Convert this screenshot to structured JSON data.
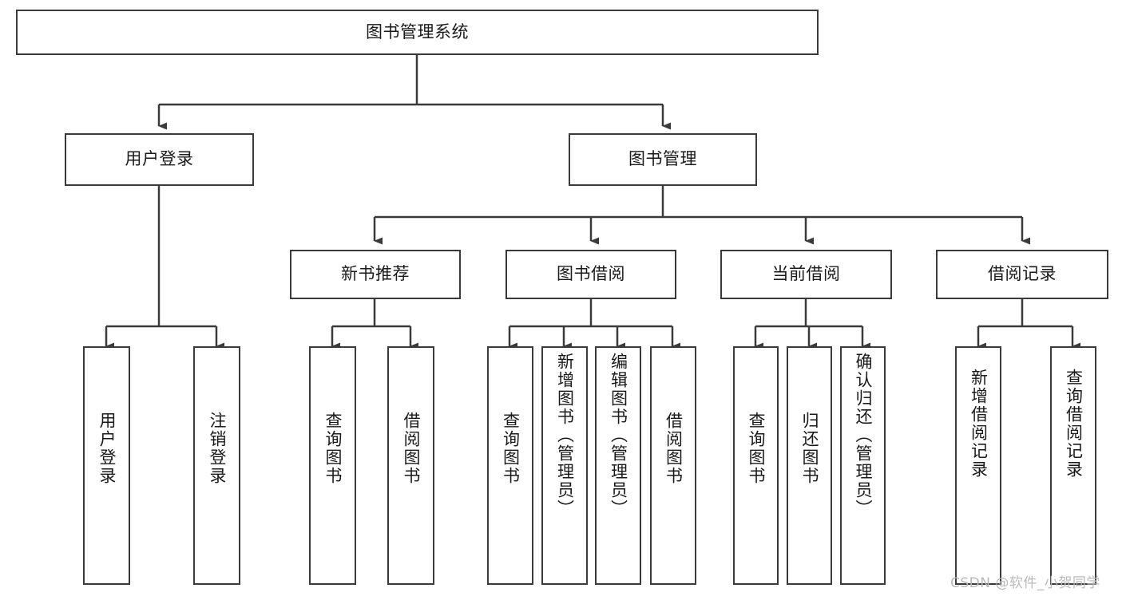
{
  "diagram": {
    "type": "tree-hierarchy",
    "title": "图书管理系统",
    "watermark": "CSDN @软件_小贺同学",
    "colors": {
      "stroke": "#3a3a3a",
      "fill": "#ffffff",
      "text": "#1a1a1a",
      "watermark": "#b9b9b9"
    },
    "levels": {
      "root": {
        "label": "图书管理系统"
      },
      "level2": [
        {
          "id": "user-login",
          "label": "用户登录"
        },
        {
          "id": "book-manage",
          "label": "图书管理"
        }
      ],
      "level3": [
        {
          "id": "new-book-rec",
          "label": "新书推荐",
          "parent": "book-manage"
        },
        {
          "id": "book-borrow",
          "label": "图书借阅",
          "parent": "book-manage"
        },
        {
          "id": "current-borrow",
          "label": "当前借阅",
          "parent": "book-manage"
        },
        {
          "id": "borrow-record",
          "label": "借阅记录",
          "parent": "book-manage"
        }
      ],
      "leaves": [
        {
          "id": "leaf-user-login",
          "label": "用户登录",
          "parent": "user-login"
        },
        {
          "id": "leaf-user-logout",
          "label": "注销登录",
          "parent": "user-login"
        },
        {
          "id": "leaf-query-book-1",
          "label": "查询图书",
          "parent": "new-book-rec"
        },
        {
          "id": "leaf-borrow-book-1",
          "label": "借阅图书",
          "parent": "new-book-rec"
        },
        {
          "id": "leaf-query-book-2",
          "label": "查询图书",
          "parent": "book-borrow"
        },
        {
          "id": "leaf-add-book",
          "label": "新增图书（管理员）",
          "parent": "book-borrow"
        },
        {
          "id": "leaf-edit-book",
          "label": "编辑图书（管理员）",
          "parent": "book-borrow"
        },
        {
          "id": "leaf-borrow-book-2",
          "label": "借阅图书",
          "parent": "book-borrow"
        },
        {
          "id": "leaf-query-book-3",
          "label": "查询图书",
          "parent": "current-borrow"
        },
        {
          "id": "leaf-return-book",
          "label": "归还图书",
          "parent": "current-borrow"
        },
        {
          "id": "leaf-confirm-return",
          "label": "确认归还（管理员）",
          "parent": "current-borrow"
        },
        {
          "id": "leaf-add-record",
          "label": "新增借阅记录",
          "parent": "borrow-record"
        },
        {
          "id": "leaf-query-record",
          "label": "查询借阅记录",
          "parent": "borrow-record"
        }
      ]
    }
  }
}
